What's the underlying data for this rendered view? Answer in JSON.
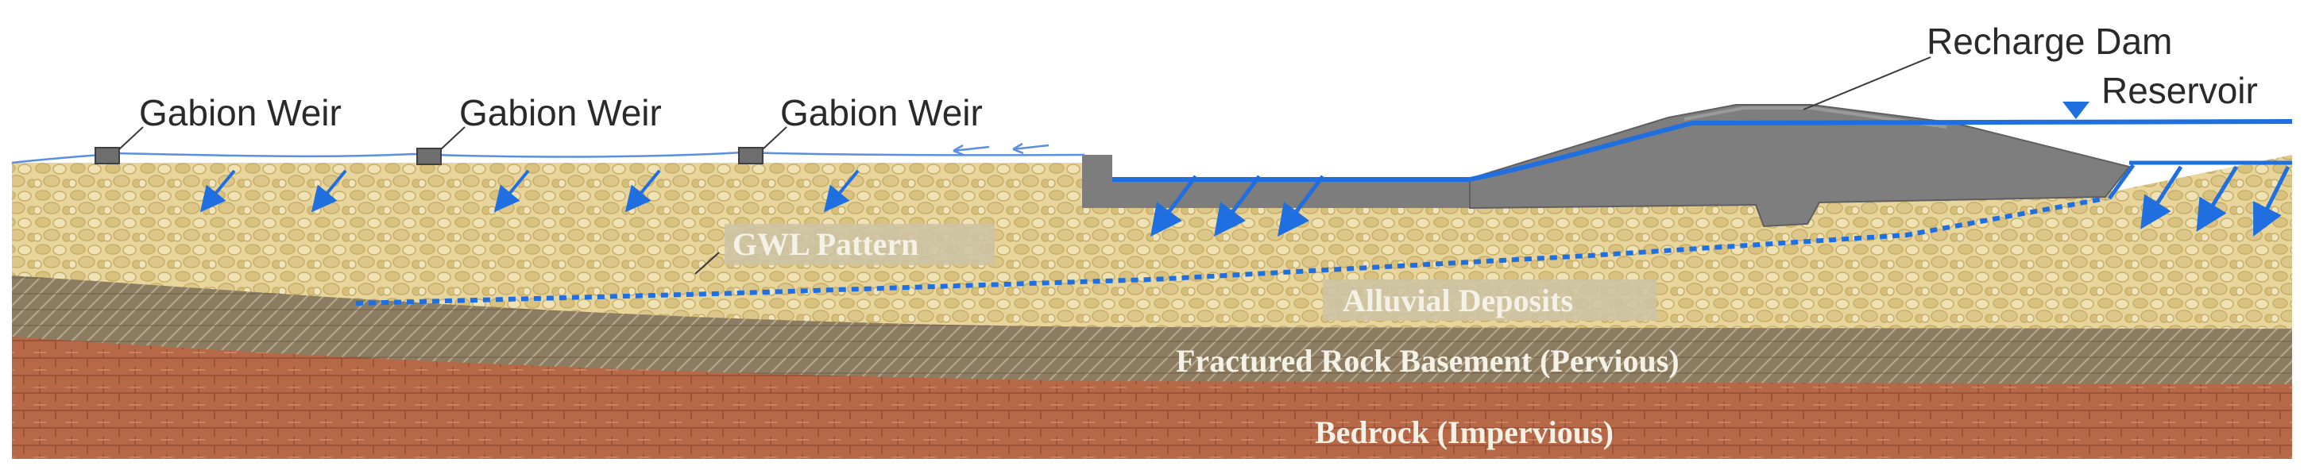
{
  "labels": {
    "recharge_dam": "Recharge Dam",
    "reservoir": "Reservoir",
    "gabion_weir": "Gabion Weir",
    "gwl_pattern": "GWL Pattern",
    "alluvial_deposits": "Alluvial Deposits",
    "fractured_rock": "Fractured Rock Basement (Pervious)",
    "bedrock": "Bedrock (Impervious)"
  },
  "colors": {
    "water": "#1f6fe0",
    "alluvium": "#e6d49a",
    "fractured_rock": "#8a7a62",
    "bedrock": "#b86a4a",
    "dam": "#7d7d7d",
    "weir": "#6e6e6e",
    "label_background": "#ccc3a4"
  }
}
